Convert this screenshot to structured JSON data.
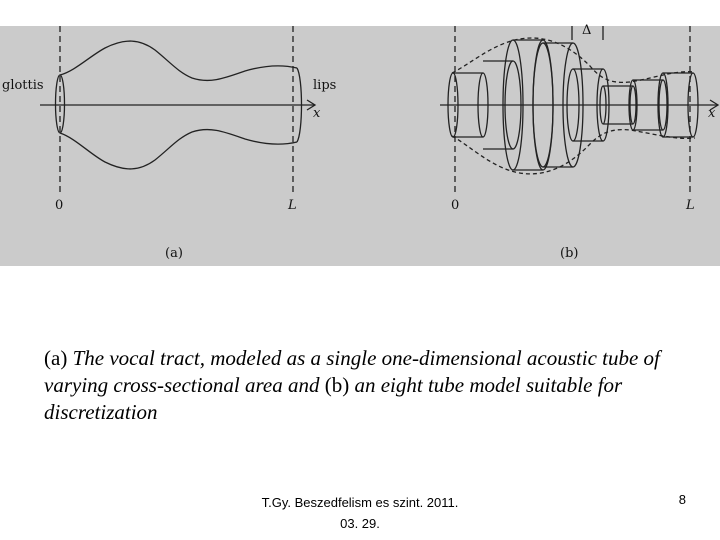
{
  "figure": {
    "panel_a": {
      "left_label": "glottis",
      "right_label": "lips",
      "axis_label": "x",
      "origin_label": "0",
      "end_label": "L",
      "panel_label": "(a)"
    },
    "panel_b": {
      "delta_label": "Δ",
      "axis_label": "x",
      "origin_label": "0",
      "end_label": "L",
      "panel_label": "(b)"
    }
  },
  "caption": {
    "label_a": "(a)",
    "text_a": " The vocal tract, modeled as a single one-dimensional acoustic tube of varying cross-sectional area and ",
    "label_b": "(b)",
    "text_b": " an eight tube model suitable for discretization"
  },
  "footer": {
    "line1": "T.Gy. Beszedfelism es szint. 2011.",
    "line2": "03. 29."
  },
  "page_number": "8"
}
